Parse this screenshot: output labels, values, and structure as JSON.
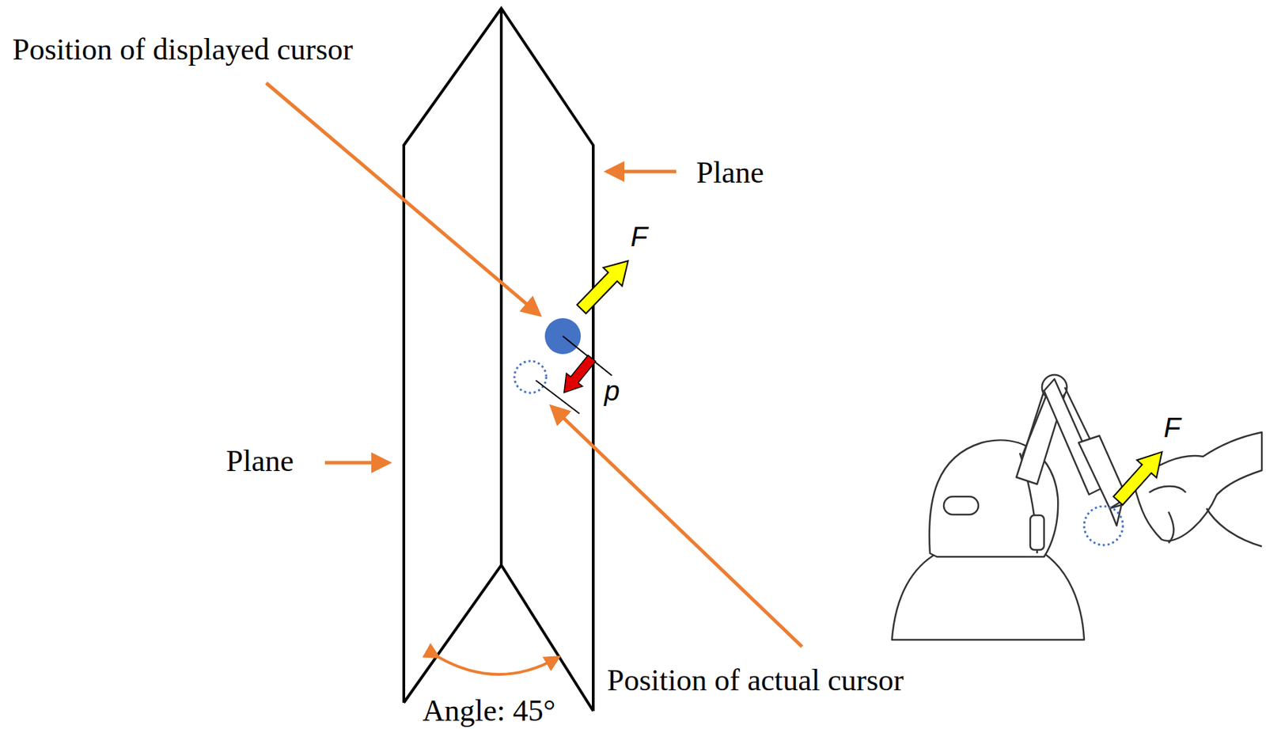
{
  "diagram": {
    "labels": [
      "Position of displayed cursor",
      "Plane",
      "F",
      "p",
      "Plane",
      "Position of actual cursor",
      "Angle: 45°",
      "F"
    ]
  }
}
